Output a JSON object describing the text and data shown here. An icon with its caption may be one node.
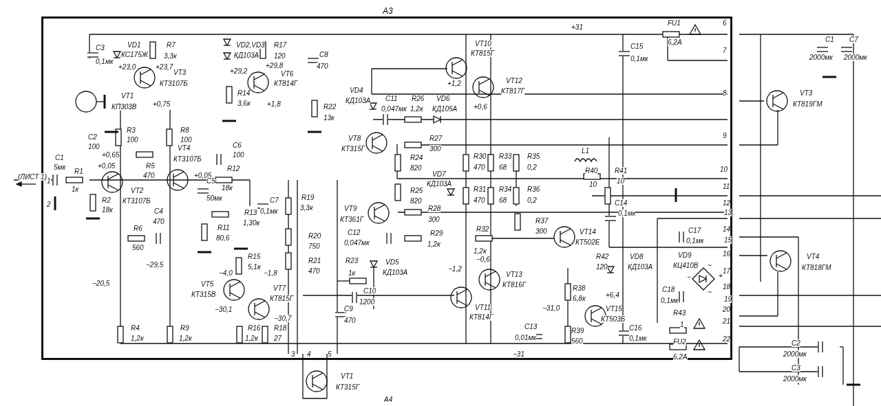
{
  "diagram": {
    "nodes": [
      {
        "text": [
          "А3"
        ]
      }
    ],
    "labels": [
      "(ЛИСТ 1)",
      "1",
      "2",
      "C1",
      "5мк",
      "R1",
      "1к",
      "C3",
      "0,1мк",
      "VD1",
      "КС175Ж",
      "+23,0",
      "R7",
      "3,3к",
      "+23,7",
      "VT3",
      "КТ3107Б",
      "VT1",
      "КП303В",
      "+0,75",
      "C2",
      "100",
      "+0,65",
      "+0,05",
      "R3",
      "100",
      "R8",
      "100",
      "R5",
      "470",
      "VT4",
      "КТ3107Б",
      "+0,05",
      "VT2",
      "КТ3107Б",
      "R2",
      "18к",
      "C6",
      "100",
      "R12",
      "18к",
      "C5",
      "50мк",
      "C4",
      "470",
      "R6",
      "560",
      "R11",
      "80,6",
      "R13",
      "1,30к",
      "C7",
      "0,1мк",
      "R19",
      "3,3к",
      "R20",
      "750",
      "R21",
      "470",
      "−29,5",
      "−20,5",
      "R15",
      "5,1к",
      "−4,0",
      "VT5",
      "КТ315В",
      "−1,8",
      "VT7",
      "КТ815Г",
      "−30,1",
      "−30,7",
      "R4",
      "1,2к",
      "R9",
      "1,2к",
      "R16",
      "1,2к",
      "R18",
      "27",
      "VD2,VD3",
      "КД103А",
      "R17",
      "120",
      "+29,2",
      "+29,8",
      "VT6",
      "КТ814Г",
      "R14",
      "3,6к",
      "+1,8",
      "C8",
      "470",
      "R22",
      "13к",
      "VD4",
      "КД103А",
      "C11",
      "0,047мк",
      "R26",
      "1,2к",
      "VD6",
      "КД105А",
      "VT8",
      "КТ315Г",
      "R27",
      "300",
      "R24",
      "820",
      "VD7",
      "КД103А",
      "R25",
      "820",
      "VT9",
      "КТ361Г",
      "R28",
      "300",
      "VT10",
      "КТ815Г",
      "+1,2",
      "VT12",
      "КТ817Г",
      "+0,6",
      "R30",
      "470",
      "R33",
      "68",
      "R35",
      "0,2",
      "R31",
      "470",
      "R34",
      "68",
      "R36",
      "0,2",
      "R37",
      "300",
      "C12",
      "0,047мк",
      "R29",
      "1,2к",
      "R32",
      "1,2к",
      "R23",
      "1к",
      "VD5",
      "КД103А",
      "C10",
      "1200",
      "C9",
      "470",
      "−1,2",
      "−0,6",
      "VT13",
      "КТ816Г",
      "VT11",
      "КТ814Г",
      "3",
      "4",
      "5",
      "VT1",
      "КТ315Г",
      "−31",
      "C13",
      "0,01мк",
      "−31,0",
      "R38",
      "6,8к",
      "R39",
      "560",
      "VT15",
      "КТ503Б",
      "VT14",
      "КТ502Е",
      "R42",
      "120",
      "+6,4",
      "VD8",
      "КД103А",
      "C16",
      "0,1мк",
      "+31",
      "C15",
      "0,1мк",
      "FU1",
      "6,2А",
      "L1",
      "R40",
      "10",
      "R41",
      "10",
      "C14",
      "0,1мк",
      "C17",
      "0,1мк",
      "VD9",
      "КЦ410В",
      "−",
      "+",
      "~",
      "~",
      "C18",
      "0,1мк",
      "R43",
      "1",
      "FU2",
      "6,2А",
      "6",
      "7",
      "8",
      "9",
      "10",
      "11",
      "12",
      "13",
      "14",
      "15",
      "16",
      "17",
      "18",
      "19",
      "20",
      "21",
      "22",
      "VT3",
      "КТ819ГМ",
      "C1",
      "2000мк",
      "C7",
      "2000мк",
      "VT4",
      "КТ818ГМ",
      "C2",
      "2000мк",
      "C3",
      "2000мк",
      "А4"
    ]
  }
}
